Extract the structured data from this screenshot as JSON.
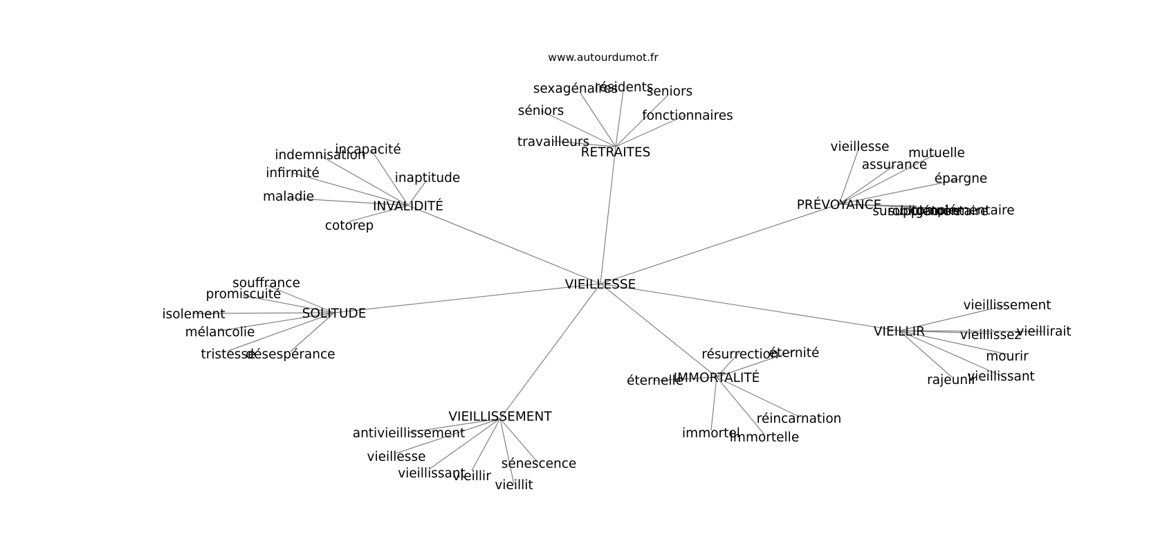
{
  "credit": "www.autourdumot.fr",
  "edge_color": "#808080",
  "center": "VIEILLESSE",
  "groups": [
    {
      "label": "RETRAITES",
      "words": [
        "sexagénaires",
        "résidents",
        "seniors",
        "séniors",
        "fonctionnaires",
        "travailleurs"
      ]
    },
    {
      "label": "INVALIDITÉ",
      "words": [
        "incapacité",
        "indemnisation",
        "infirmité",
        "inaptitude",
        "maladie",
        "cotorep"
      ]
    },
    {
      "label": "PRÉVOYANCE",
      "words": [
        "vieillesse",
        "mutuelle",
        "assurance",
        "épargne",
        "surobligatoire",
        "supplémentaire",
        "complémentaire"
      ]
    },
    {
      "label": "SOLITUDE",
      "words": [
        "souffrance",
        "promiscuité",
        "isolement",
        "mélancolie",
        "tristesse",
        "désespérance"
      ]
    },
    {
      "label": "VIEILLIR",
      "words": [
        "vieillissement",
        "vieillirait",
        "vieillissez",
        "mourir",
        "vieillissant",
        "rajeunir"
      ]
    },
    {
      "label": "IMMORTALITÉ",
      "words": [
        "résurrection",
        "éternité",
        "éternelle",
        "réincarnation",
        "immortel",
        "immortelle"
      ]
    },
    {
      "label": "VIEILLISSEMENT",
      "words": [
        "antivieillissement",
        "vieillesse",
        "vieillissant",
        "vieillir",
        "sénescence",
        "vieillit"
      ]
    }
  ]
}
